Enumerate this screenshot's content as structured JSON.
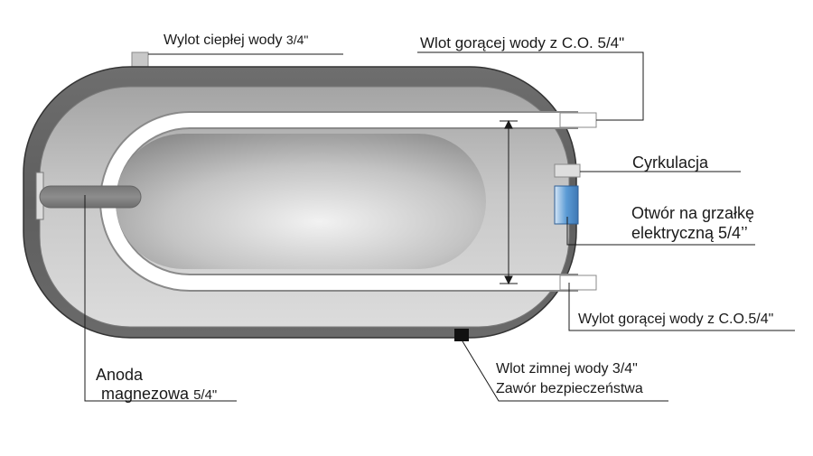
{
  "diagram": {
    "labels": {
      "hot_water_outlet": {
        "text": "Wylot ciepłej wody",
        "size": "3/4\""
      },
      "heating_inlet": "Wlot gorącej wody z C.O. 5/4\"",
      "circulation": "Cyrkulacja",
      "heater_port_line1": "Otwór na grzałkę",
      "heater_port_line2": "elektryczną 5/4’’",
      "heating_outlet": "Wylot gorącej wody z C.O.5/4\"",
      "cold_inlet_line1": "Wlot zimnej wody 3/4\"",
      "cold_inlet_line2": "Zawór bezpieczeństwa",
      "anode_line1": "Anoda",
      "anode_line2": {
        "text": "magnezowa",
        "size": "5/4\""
      }
    },
    "colors": {
      "tank_outer": "#6b6b6b",
      "tank_inner": "#b9b9b9",
      "coil": "#ffffff",
      "heater_port": "#5b9bd5",
      "leader_line": "#1a1a1a"
    }
  }
}
